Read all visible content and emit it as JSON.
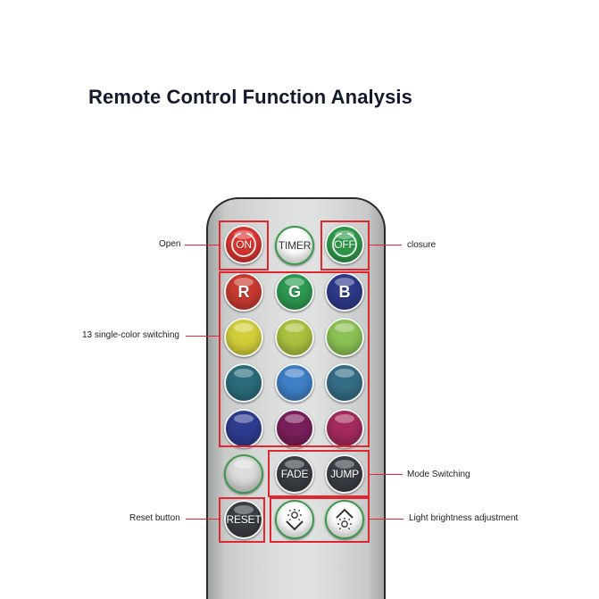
{
  "title": "Remote Control Function Analysis",
  "labels": {
    "open": "Open",
    "closure": "closure",
    "single_color": "13 single-color switching",
    "mode": "Mode Switching",
    "reset": "Reset button",
    "brightness": "Light brightness adjustment"
  },
  "buttons": {
    "on": "ON",
    "timer": "TIMER",
    "off": "OFF",
    "r": "R",
    "g": "G",
    "b": "B",
    "fade": "FADE",
    "jump": "JUMP",
    "reset": "RESET"
  },
  "colors": {
    "on": "#d8352f",
    "off": "#2f9a4a",
    "r": "#c93a30",
    "g": "#2d9a52",
    "b": "#2e3a8a",
    "grid": [
      [
        "#d3cf3a",
        "#a9c23f",
        "#8cc255"
      ],
      [
        "#2a6c7a",
        "#3f7fc6",
        "#356d86"
      ],
      [
        "#2e3c90",
        "#7a1f5c",
        "#a32a5c"
      ]
    ],
    "white": "#dcdcdc",
    "dark": "#3a3f45",
    "accent": "#e0262e"
  }
}
